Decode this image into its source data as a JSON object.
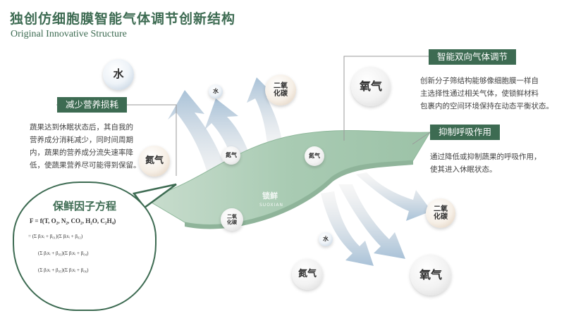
{
  "header": {
    "title": "独创仿细胞膜智能气体调节创新结构",
    "subtitle": "Original Innovative Structure"
  },
  "left_panel": {
    "tag": "减少营养损耗",
    "lines": [
      "蔬果达到休眠状态后，其自我的",
      "营养成分消耗减少，同时间周期",
      "内，蔬果的营养成分流失速率降",
      "低，使蔬果营养尽可能得到保留。"
    ]
  },
  "right_panel_1": {
    "tag": "智能双向气体调节",
    "lines": [
      "创新分子筛结构能够像细胞膜一样自",
      "主选择性通过相关气体，使锁鲜材料",
      "包裹内的空间环境保持在动态平衡状态。"
    ]
  },
  "right_panel_2": {
    "tag": "抑制呼吸作用",
    "lines": [
      "通过降低或抑制蔬果的呼吸作用，",
      "使其进入休眠状态。"
    ]
  },
  "bubbles": {
    "water_large": "水",
    "water_small": "水",
    "co2_top": "二氧\n化碳",
    "oxygen_top": "氧气",
    "nitrogen_left": "氮气",
    "nitrogen_small": "氮气",
    "nitrogen_membrane": "氮气",
    "co2_membrane": "二氧\n化碳",
    "co2_right": "二氧\n化碳",
    "water_bottom": "水",
    "nitrogen_bottom": "氮气",
    "oxygen_bottom": "氧气"
  },
  "formula": {
    "title": "保鲜因子方程",
    "main": "F = f(T, O₂, N₂, CO₂, H₂O, C₂H₄)",
    "row1": "= (Σ βᵢxᵢ + β₀₁)(Σ βᵢxᵢ + β₀₂)",
    "row2": "(Σ βᵢxᵢ + β₀₃)(Σ βᵢxᵢ + β₀₄)",
    "row3": "(Σ βᵢxᵢ + β₀₅)(Σ βᵢxᵢ + β₀₆)"
  },
  "logo": {
    "name": "锁鲜",
    "sub": "SUOXIAN"
  },
  "colors": {
    "brand_green": "#3d6b52",
    "membrane": "#a9cbb3",
    "arrow_blue": "#b8cde0"
  }
}
